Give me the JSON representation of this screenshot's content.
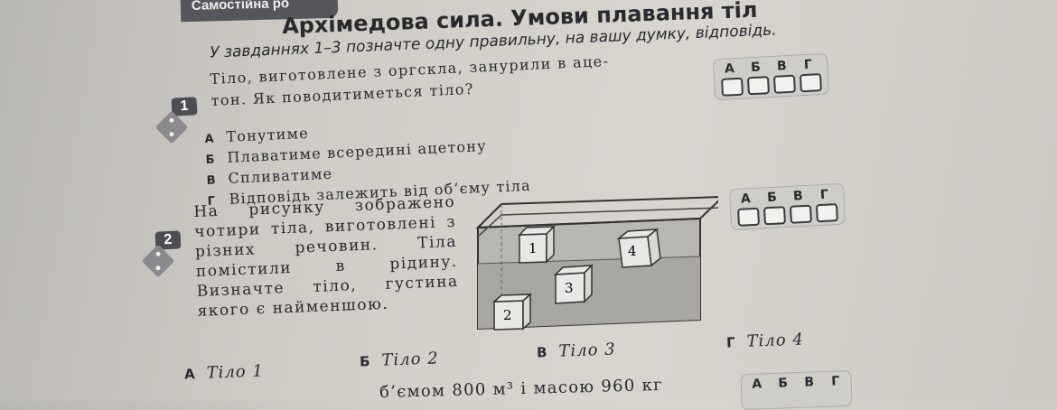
{
  "header_tag": "Самостійна ро",
  "title": "Архімедова сила. Умови плавання тіл",
  "instruction": "У завданнях 1–3 позначте одну правильну, на вашу думку, відповідь.",
  "answer_letters": [
    "А",
    "Б",
    "В",
    "Г"
  ],
  "q1": {
    "number": "1",
    "text_line1": "Тіло, виготовлене з оргскла, занурили в аце-",
    "text_line2": "тон. Як поводитиметься тіло?",
    "options": [
      {
        "letter": "А",
        "text": "Тонутиме"
      },
      {
        "letter": "Б",
        "text": "Плаватиме всередині ацетону"
      },
      {
        "letter": "В",
        "text": "Спливатиме"
      },
      {
        "letter": "Г",
        "text": "Відповідь залежить від об’єму тіла"
      }
    ]
  },
  "q2": {
    "number": "2",
    "text": "На рисунку зображено чотири тіла, виготовлені з різних речовин. Тіла помістили в рідину. Визначте тіло, густина якого є найменшою.",
    "figure_labels": [
      "1",
      "2",
      "3",
      "4"
    ],
    "options": [
      {
        "letter": "А",
        "text": "Тіло 1"
      },
      {
        "letter": "Б",
        "text": "Тіло 2"
      },
      {
        "letter": "В",
        "text": "Тіло 3"
      },
      {
        "letter": "Г",
        "text": "Тіло 4"
      }
    ]
  },
  "q3_partial": "б’ємом 800 м³ і масою 960 кг"
}
